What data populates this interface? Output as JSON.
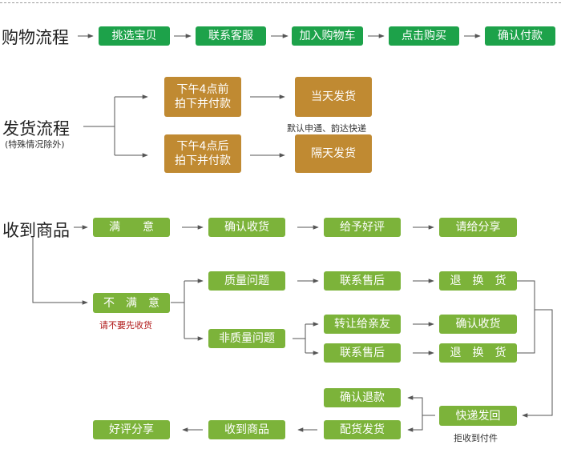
{
  "purchase": {
    "label": "购物流程",
    "steps": [
      "挑选宝贝",
      "联系客服",
      "加入购物车",
      "点击购买",
      "确认付款"
    ]
  },
  "shipping": {
    "label": "发货流程",
    "sublabel": "(特殊情况除外)",
    "before": {
      "line1": "下午4点前",
      "line2": "拍下并付款",
      "result": "当天发货"
    },
    "after": {
      "line1": "下午4点后",
      "line2": "拍下并付款",
      "result": "隔天发货"
    },
    "carrier_note": "默认申通、韵达快递"
  },
  "receive": {
    "label": "收到商品",
    "satisfied": {
      "label": "满　　意",
      "steps": [
        "确认收货",
        "给予好评",
        "请给分享"
      ]
    },
    "unsatisfied": {
      "label": "不　满　意",
      "note": "请不要先收货"
    },
    "quality": {
      "label": "质量问题",
      "contact": "联系售后",
      "result": "退　换　货"
    },
    "nonquality": {
      "label": "非质量问题",
      "gift": "转让给亲友",
      "gift_result": "确认收货",
      "contact": "联系售后",
      "result": "退　换　货"
    },
    "return": {
      "ship_back": "快递发回",
      "refuse_note": "拒收到付件",
      "refund": "确认退款",
      "reship": "配货发货",
      "received": "收到商品",
      "share": "好评分享"
    }
  }
}
